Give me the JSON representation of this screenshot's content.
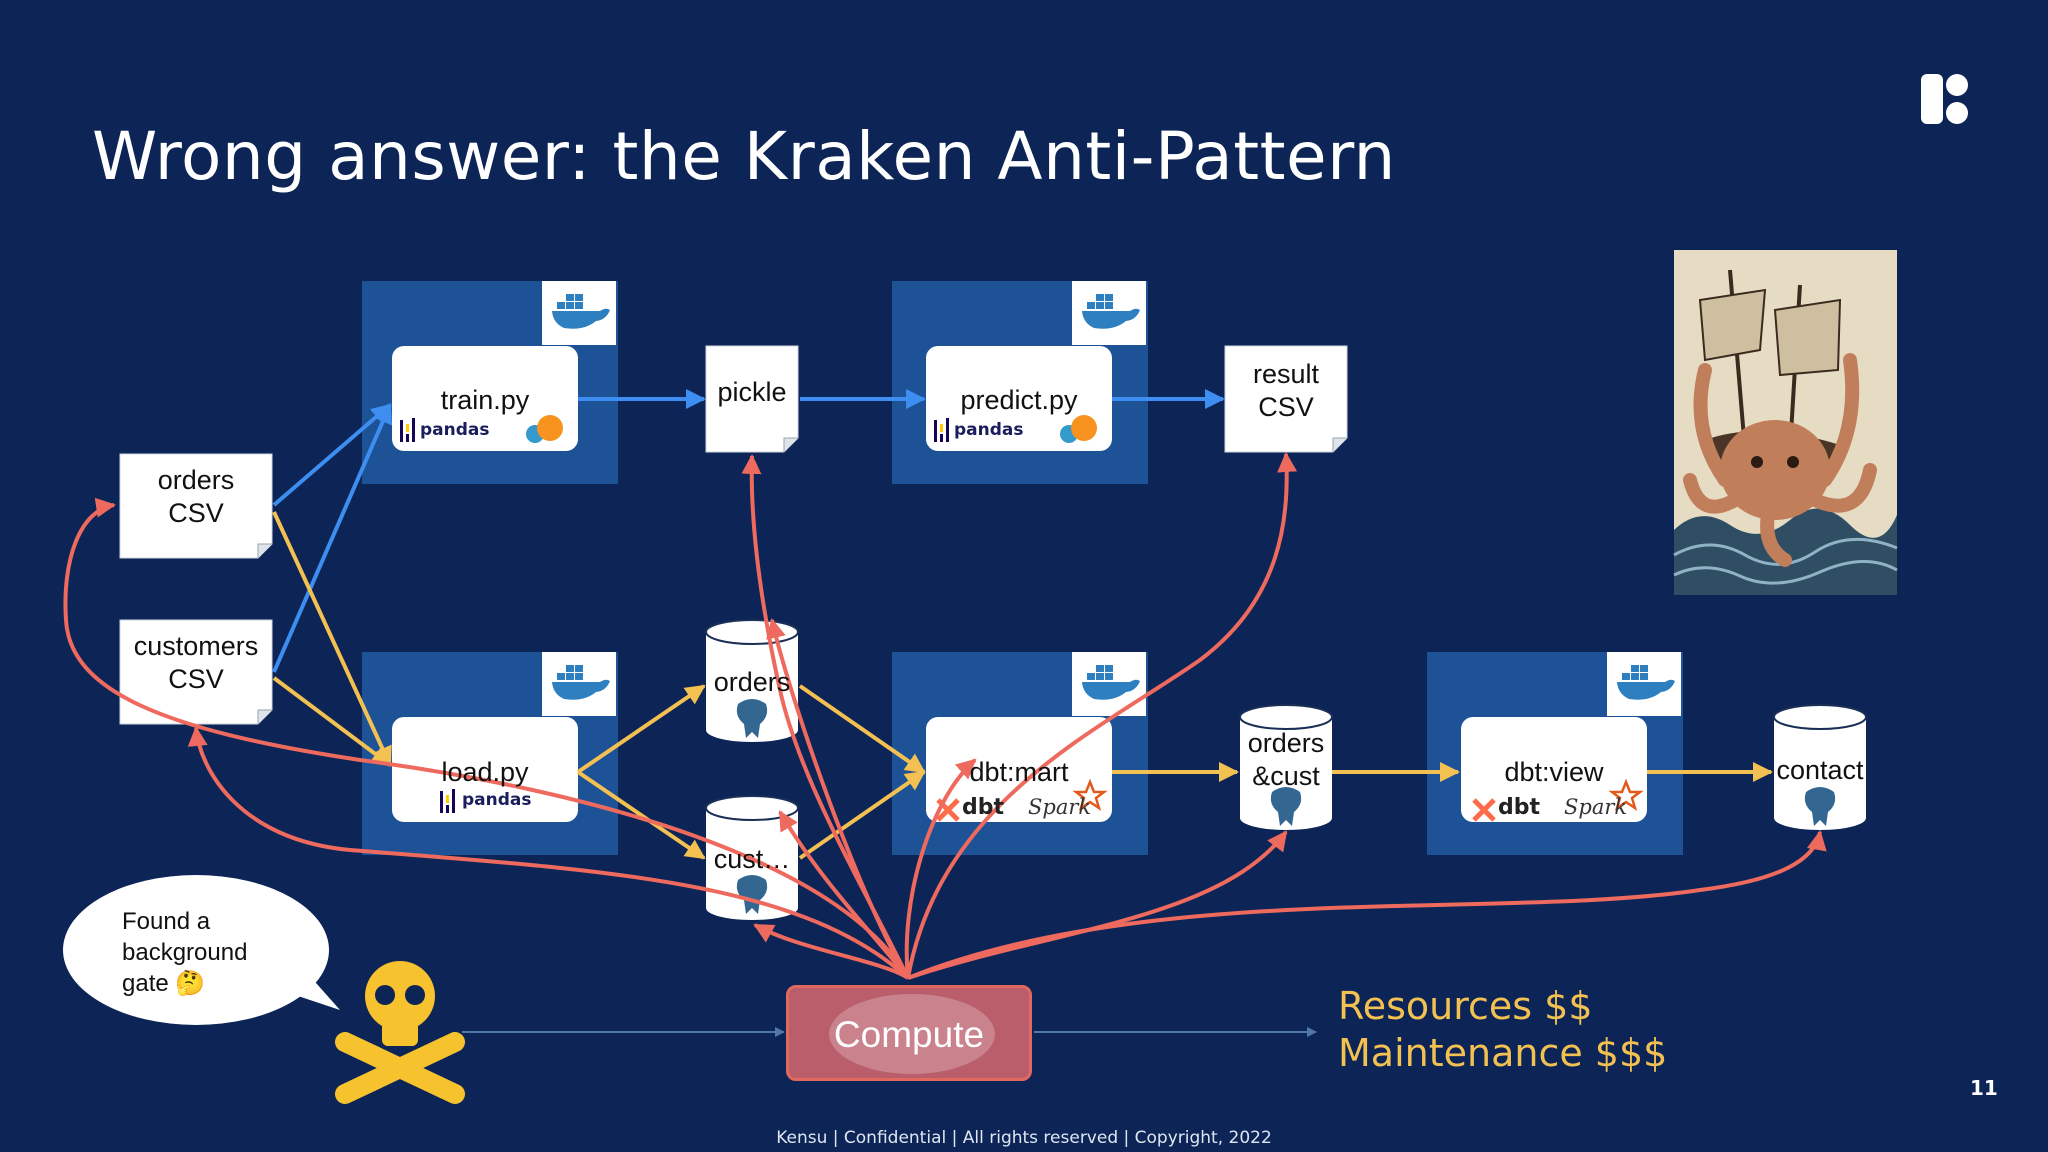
{
  "slide": {
    "title": "Wrong answer: the Kraken Anti-Pattern",
    "page_number": "11",
    "footer": "Kensu | Confidential | All rights reserved | Copyright, 2022"
  },
  "nodes": {
    "orders_csv": "orders\nCSV",
    "customers_csv": "customers\nCSV",
    "train": "train.py",
    "load": "load.py",
    "pickle": "pickle",
    "predict": "predict.py",
    "result_csv": "result\nCSV",
    "orders_db": "orders",
    "cust_db": "cust…",
    "dbt_mart": "dbt:mart",
    "orders_cust_db": "orders\n&cust",
    "dbt_view": "dbt:view",
    "contact_db": "contact",
    "compute": "Compute"
  },
  "badges": {
    "docker": "docker",
    "pandas": "pandas",
    "dbt": "dbt",
    "spark": "Spark"
  },
  "bubble": "Found a\nbackground\ngate 🤔",
  "costs": {
    "resources": "Resources $$",
    "maintenance": "Maintenance $$$"
  },
  "colors": {
    "background": "#0c2556",
    "container": "#1e5297",
    "blue_flow": "#3d8ef0",
    "yellow_flow": "#f3c052",
    "red_flow": "#ee6a5e",
    "cost_text": "#f3c052",
    "skull": "#f6c22e"
  },
  "icons": {
    "brand_logo": "kensu-logo-icon",
    "docker": "docker-whale-icon",
    "database": "postgres-elephant-icon",
    "warning": "skull-crossbones-icon",
    "illustration": "kraken-illustration-icon"
  }
}
